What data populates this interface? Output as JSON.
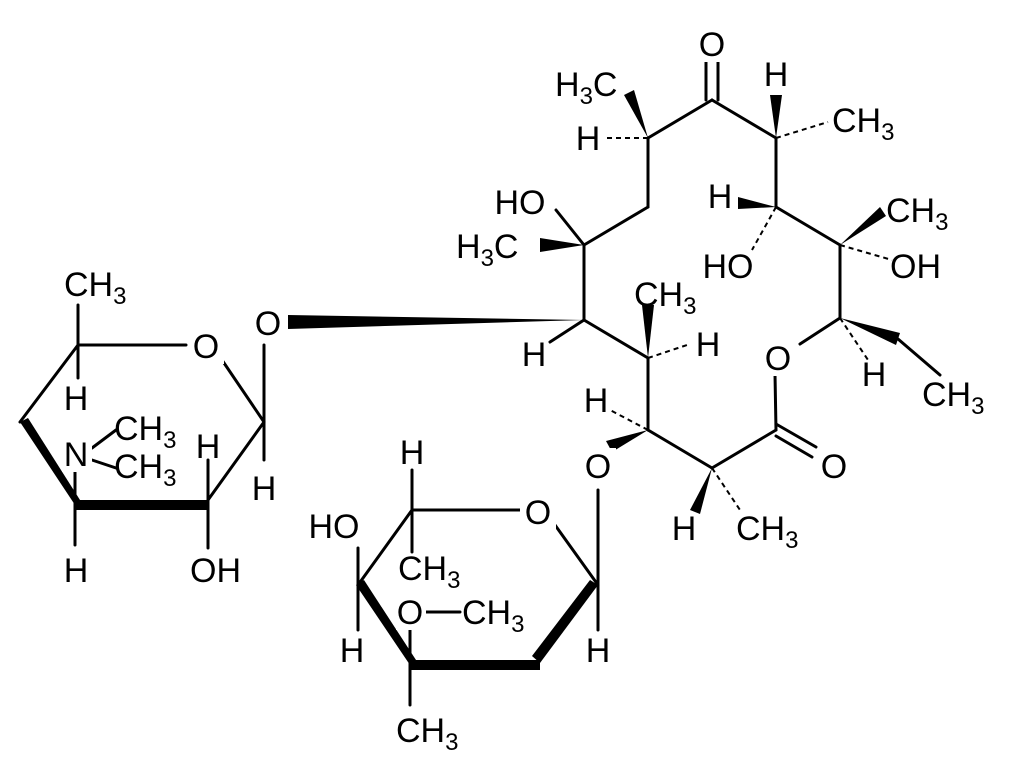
{
  "molecule": {
    "labels": {
      "ketone_o": "O",
      "h3c_top": "H3C",
      "h_topleft": "H",
      "h_topright": "H",
      "ch3_topright": "CH3",
      "ho_c6": "HO",
      "h3c_c6": "H3C",
      "h_c11": "H",
      "ho_c11": "HO",
      "ch3_c12": "CH3",
      "oh_c12": "OH",
      "o_glyco": "O",
      "h_c5": "H",
      "ch3_c4": "CH3",
      "h_c4": "H",
      "o_ring_ester": "O",
      "h_c13": "H",
      "ch3_ethyl": "CH3",
      "h_c3": "H",
      "o_c3": "O",
      "o_carbonyl": "O",
      "h_c2": "H",
      "ch3_c2": "CH3",
      "desos_ch3_top": "CH3",
      "desos_o_ring": "O",
      "desos_h_a": "H",
      "desos_n": "N",
      "desos_nch3_a": "CH3",
      "desos_nch3_b": "CH3",
      "desos_h_b": "H",
      "desos_h_anomeric": "H",
      "desos_h_c": "H",
      "desos_oh": "OH",
      "clad_h_top": "H",
      "clad_o_ring": "O",
      "clad_ho": "HO",
      "clad_ch3_a": "CH3",
      "clad_o_methoxy": "O",
      "clad_ch3_methoxy": "CH3",
      "clad_h_b": "H",
      "clad_h_anomeric": "H",
      "clad_ch3_bottom": "CH3"
    }
  }
}
